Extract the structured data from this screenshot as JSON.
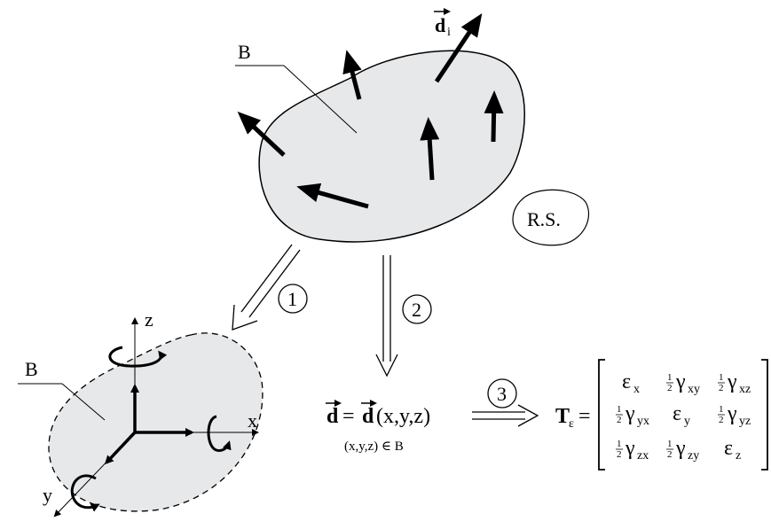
{
  "body_label_top": "B",
  "body_label_bottom": "B",
  "vector_label_di": "d",
  "vector_label_di_sub": "i",
  "reference_system_label": "R.S.",
  "steps": [
    "1",
    "2",
    "3"
  ],
  "axes": {
    "x": "x",
    "y": "y",
    "z": "z"
  },
  "equation": {
    "lhs": "d",
    "eq": "=",
    "rhs": "d",
    "args": "(x,y,z)",
    "domain": "(x,y,z) ∈ B"
  },
  "tensor": {
    "symbol": "T",
    "symbol_sub": "ε",
    "eq": "=",
    "matrix": [
      [
        {
          "sym": "ε",
          "sub": "x",
          "half": false
        },
        {
          "sym": "γ",
          "sub": "xy",
          "half": true
        },
        {
          "sym": "γ",
          "sub": "xz",
          "half": true
        }
      ],
      [
        {
          "sym": "γ",
          "sub": "yx",
          "half": true
        },
        {
          "sym": "ε",
          "sub": "y",
          "half": false
        },
        {
          "sym": "γ",
          "sub": "yz",
          "half": true
        }
      ],
      [
        {
          "sym": "γ",
          "sub": "zx",
          "half": true
        },
        {
          "sym": "γ",
          "sub": "zy",
          "half": true
        },
        {
          "sym": "ε",
          "sub": "z",
          "half": false
        }
      ]
    ]
  },
  "colors": {
    "body_fill": "#e6e8ea",
    "stroke": "#000000"
  }
}
